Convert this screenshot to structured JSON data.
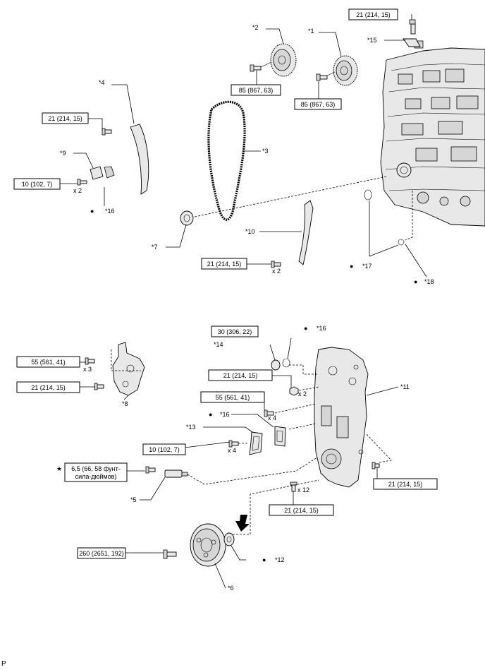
{
  "footer_code": "P",
  "torque_labels": {
    "t1": "21 (214, 15)",
    "t2": "85 (867, 63)",
    "t3": "85 (867, 63)",
    "t4": "21 (214, 15)",
    "t5": "10 (102, 7)",
    "t6": "21 (214, 15)",
    "t7": "30 (306, 22)",
    "t8": "55 (561, 41)",
    "t9": "21 (214, 15)",
    "t10": "21 (214, 15)",
    "t11": "55 (561, 41)",
    "t12": "10 (102, 7)",
    "t13_line1": "6,5 (66, 58 фунт-",
    "t13_line2": "сила-дюймов)",
    "t14": "21 (214, 15)",
    "t15": "21 (214, 15)",
    "t16": "260 (2651, 192)"
  },
  "part_callouts": {
    "c1": "*1",
    "c2": "*2",
    "c3": "*3",
    "c4": "*4",
    "c5": "*5",
    "c6": "*6",
    "c7": "*7",
    "c8": "*8",
    "c9": "*9",
    "c10": "*10",
    "c11": "*11",
    "c12": "*12",
    "c13": "*13",
    "c14": "*14",
    "c15": "*15",
    "c16a": "*16",
    "c16b": "*16",
    "c16c": "*16",
    "c17": "*17",
    "c18": "*18"
  },
  "quantity_labels": {
    "q1": "x 2",
    "q2": "x 2",
    "q3": "x 3",
    "q4": "x 2",
    "q5": "x 4",
    "q6": "x 4",
    "q7": "x 12"
  },
  "symbols": {
    "bullet": "●",
    "star": "★"
  }
}
